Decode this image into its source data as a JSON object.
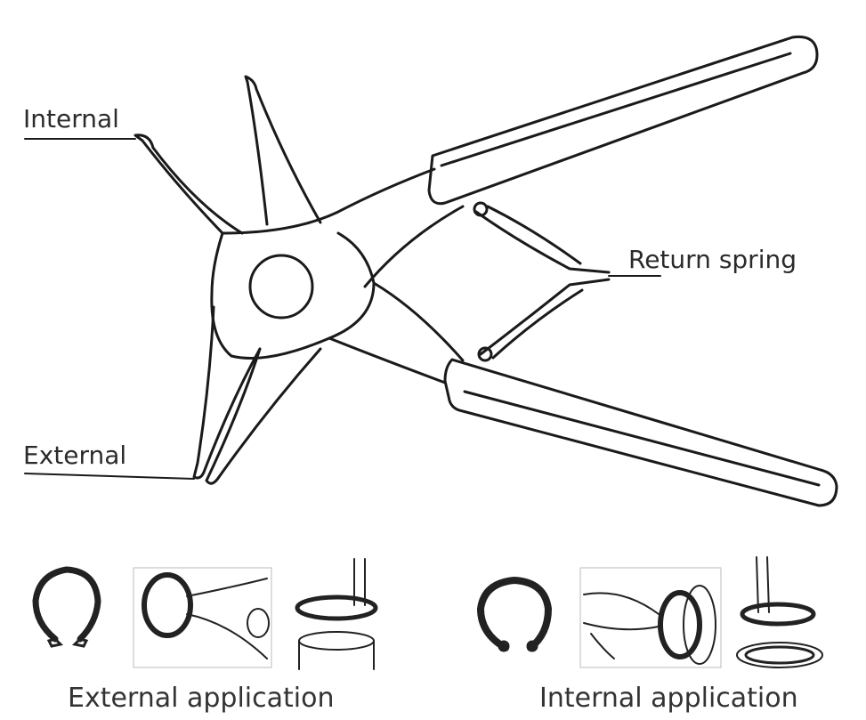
{
  "labels": {
    "internal": "Internal",
    "external": "External",
    "return_spring": "Return spring"
  },
  "captions": {
    "external_application": "External application",
    "internal_application": "Internal application"
  },
  "colors": {
    "line": "#1a1a1a",
    "text": "#2b2b2b",
    "ring": "#222222"
  }
}
